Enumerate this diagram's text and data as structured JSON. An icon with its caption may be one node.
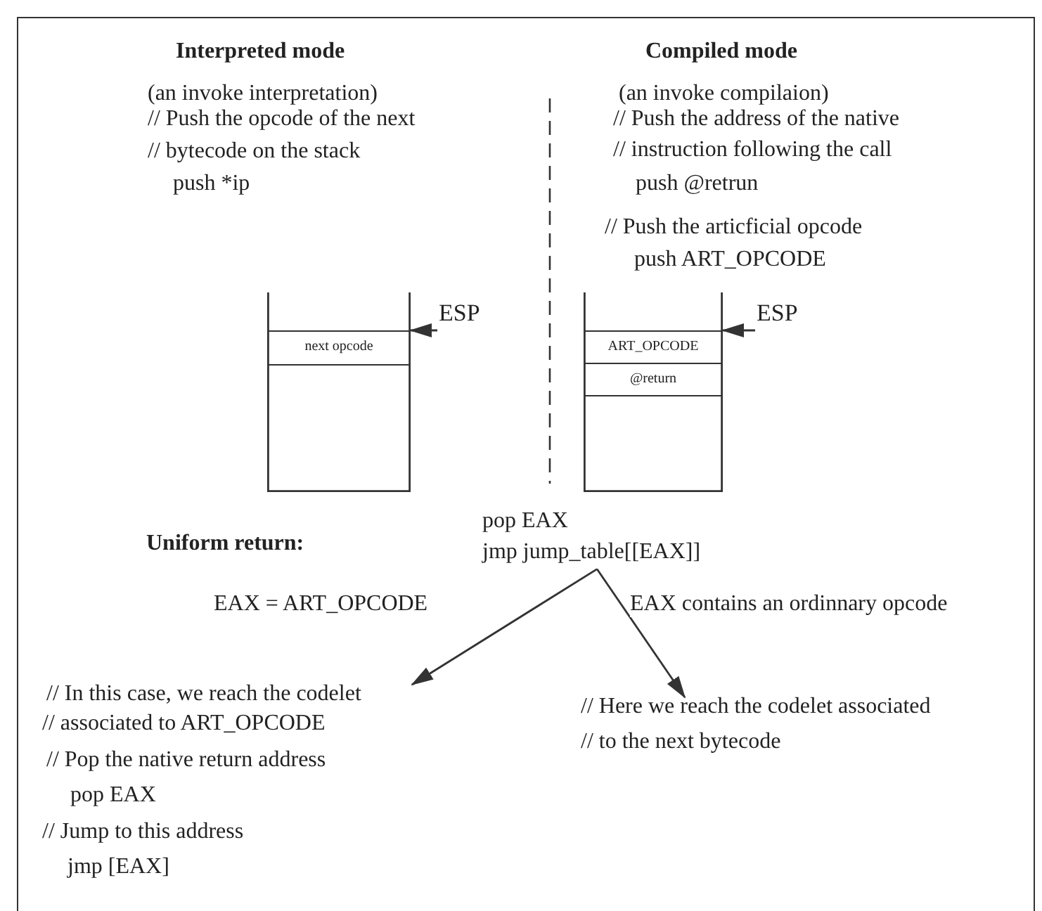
{
  "diagram": {
    "nodes": [
      {
        "text": [],
        "shape": "box"
      },
      {
        "text": [
          "next opcode"
        ],
        "in": 0
      },
      {
        "text": [
          "ESP"
        ]
      },
      {
        "text": [],
        "shape": "box"
      },
      {
        "text": [
          "ART_OPCODE"
        ],
        "in": 3
      },
      {
        "text": [
          "@return"
        ],
        "in": 3
      },
      {
        "text": [
          "ESP"
        ]
      },
      {
        "text": [
          "pop EAX",
          "jmp jump_table[[EAX]]"
        ]
      },
      {
        "text": [
          "// In this case, we reach the codelet",
          "// associated to ART_OPCODE",
          "// Pop the native return address",
          "pop EAX",
          "// Jump to this address",
          "jmp [EAX]"
        ]
      },
      {
        "text": [
          "// Here we reach the codelet associated",
          "// to the next bytecode"
        ]
      }
    ],
    "edges": [
      {
        "from": 2,
        "to": 0,
        "arrow": "to"
      },
      {
        "from": 6,
        "to": 3,
        "arrow": "to"
      },
      {
        "from": 7,
        "to": 8,
        "arrow": "to",
        "label": "EAX = ART_OPCODE"
      },
      {
        "from": 7,
        "to": 9,
        "arrow": "to",
        "label": "EAX contains an ordinnary opcode"
      }
    ],
    "labels": [
      "Interpreted mode",
      "Compiled mode",
      "(an invoke interpretation)",
      "// Push the opcode of the next",
      "// bytecode on the stack",
      "push *ip",
      "(an invoke compilaion)",
      "// Push the address of the native",
      "// instruction following the call",
      "push @retrun",
      "// Push the articficial opcode",
      "push ART_OPCODE",
      "Uniform return:"
    ]
  }
}
